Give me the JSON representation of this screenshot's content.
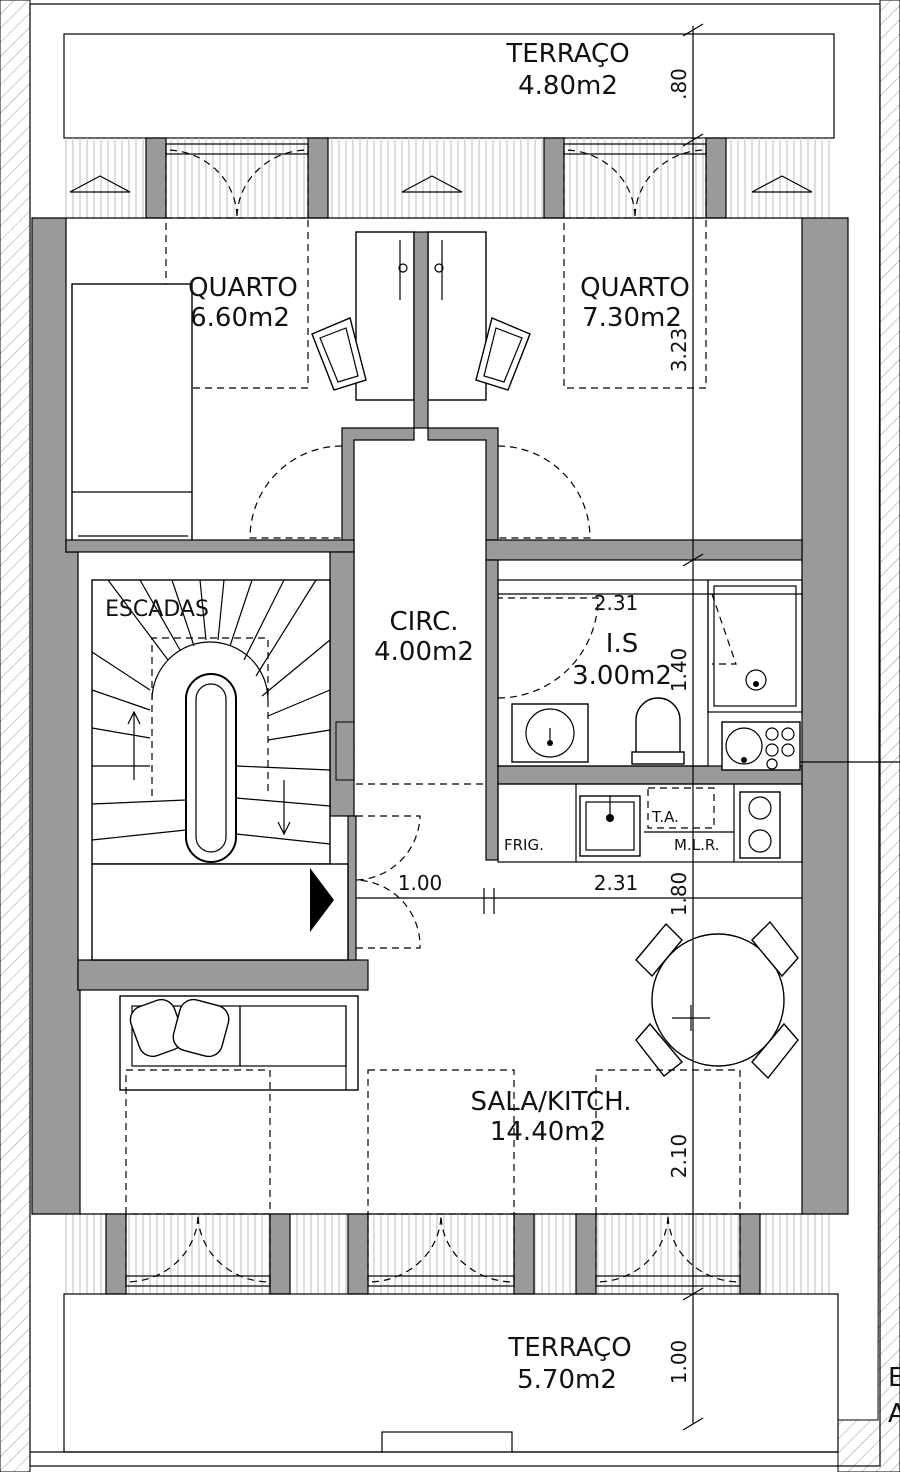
{
  "rooms": {
    "terrace_top": {
      "name": "TERRAÇO",
      "area": "4.80m2"
    },
    "bedroom_left": {
      "name": "QUARTO",
      "area": "6.60m2"
    },
    "bedroom_right": {
      "name": "QUARTO",
      "area": "7.30m2"
    },
    "stairs": {
      "name": "ESCADAS"
    },
    "circulation": {
      "name": "CIRC.",
      "area": "4.00m2"
    },
    "bathroom": {
      "name": "I.S",
      "area": "3.00m2"
    },
    "living_kitchen": {
      "name": "SALA/KITCH.",
      "area": "14.40m2"
    },
    "terrace_bottom": {
      "name": "TERRAÇO",
      "area": "5.70m2"
    }
  },
  "fixtures": {
    "fridge": "FRIG.",
    "dishwasher": "T.A.",
    "washing_machine": "M.L.R."
  },
  "dimensions": {
    "terrace_top_depth": ".80",
    "bedroom_depth": "3.23",
    "bathroom_width": "2.31",
    "bathroom_depth": "1.40",
    "kitchen_depth": "1.80",
    "entry_width": "1.00",
    "kitchen_width": "2.31",
    "living_depth": "2.10",
    "terrace_bottom_depth": "1.00"
  },
  "edge_text": {
    "line1": "E",
    "line2": "A"
  },
  "colors": {
    "wall_fill": "#9a9a9a",
    "line": "#000000",
    "background": "#ffffff"
  }
}
